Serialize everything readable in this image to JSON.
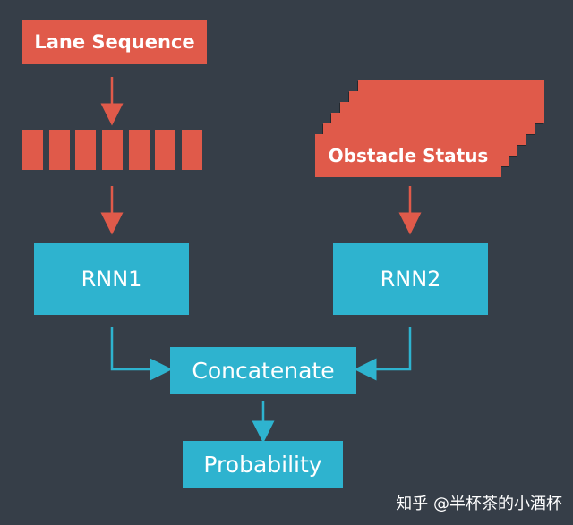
{
  "nodes": {
    "lane_sequence": "Lane Sequence",
    "obstacle_status": "Obstacle Status",
    "rnn1": "RNN1",
    "rnn2": "RNN2",
    "concatenate": "Concatenate",
    "probability": "Probability"
  },
  "watermark": "知乎 @半杯茶的小酒杯",
  "colors": {
    "background": "#363e48",
    "input_red": "#e05a4a",
    "process_cyan": "#2eb3cf"
  }
}
